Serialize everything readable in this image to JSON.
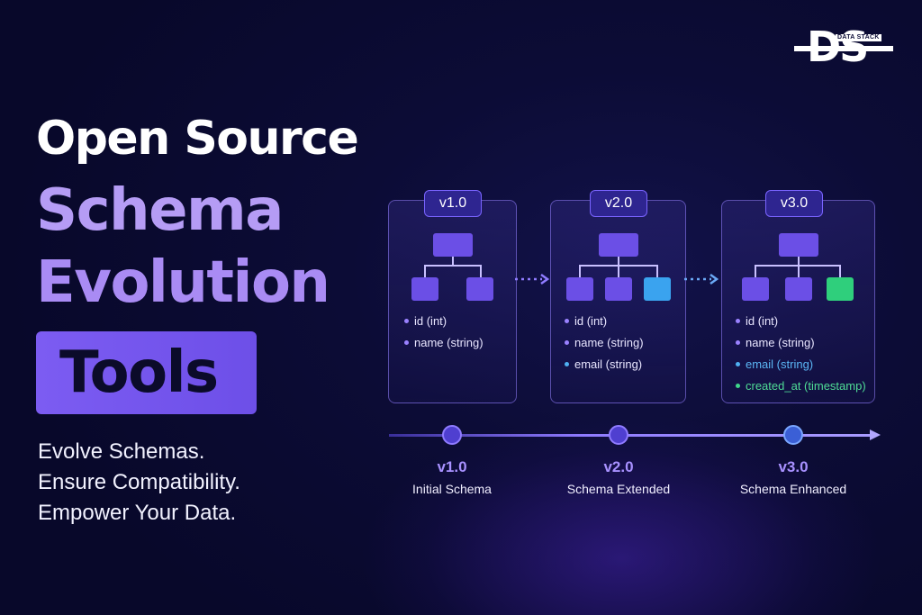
{
  "logo": {
    "mark": "DS",
    "name": "DATA STACK"
  },
  "headline": {
    "line1": "Open Source",
    "line2": "Schema",
    "line3": "Evolution",
    "line4": "Tools"
  },
  "taglines": [
    "Evolve Schemas.",
    "Ensure Compatibility.",
    "Empower Your Data."
  ],
  "versions": [
    {
      "badge": "v1.0",
      "fields": [
        "id (int)",
        "name (string)"
      ],
      "label": "Initial Schema"
    },
    {
      "badge": "v2.0",
      "fields": [
        "id (int)",
        "name (string)",
        "email (string)"
      ],
      "label": "Schema Extended"
    },
    {
      "badge": "v3.0",
      "fields": [
        "id (int)",
        "name (string)",
        "email (string)",
        "created_at (timestamp)"
      ],
      "label": "Schema Enhanced"
    }
  ],
  "colors": {
    "accent": "#7c5cf2",
    "new_field_v2": "#3aa3ef",
    "new_field_v3": "#2fcf7c",
    "background": "#0c0c36"
  }
}
